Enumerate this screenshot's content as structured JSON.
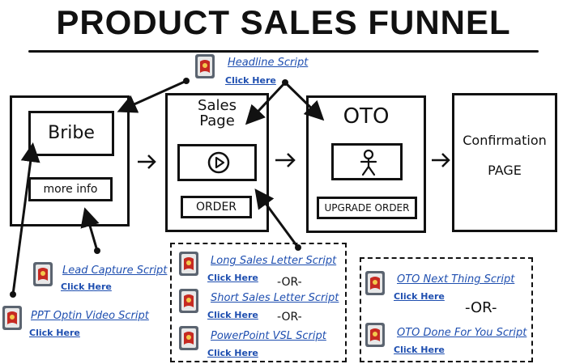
{
  "title": "PRODUCT SALES FUNNEL",
  "stages": {
    "bribe": {
      "heading": "Bribe",
      "button": "more info"
    },
    "sales_page": {
      "heading_line1": "Sales",
      "heading_line2": "Page",
      "button": "ORDER"
    },
    "oto": {
      "heading": "OTO",
      "button": "UPGRADE ORDER"
    },
    "confirmation": {
      "heading": "Confirmation",
      "subheading": "PAGE"
    }
  },
  "scripts": {
    "headline": {
      "label": "Headline Script",
      "link": "Click Here"
    },
    "lead_capture": {
      "label": "Lead Capture Script",
      "link": "Click Here"
    },
    "ppt_optin": {
      "label": "PPT Optin Video Script",
      "link": "Click Here"
    },
    "long_sales": {
      "label": "Long Sales Letter Script",
      "link": "Click Here"
    },
    "short_sales": {
      "label": "Short Sales Letter Script",
      "link": "Click Here"
    },
    "powerpoint_vsl": {
      "label": "PowerPoint VSL Script",
      "link": "Click Here"
    },
    "oto_next": {
      "label": "OTO Next Thing Script",
      "link": "Click Here"
    },
    "oto_done": {
      "label": "OTO Done For You Script",
      "link": "Click Here"
    }
  },
  "separators": {
    "or_small": "-OR-",
    "or_large": "-OR-"
  },
  "colors": {
    "link": "#1f4fb0",
    "ink": "#111111",
    "icon_red": "#c62a22",
    "icon_gray": "#5b6470"
  },
  "icons": {
    "script": "book-icon",
    "play": "play-icon",
    "person": "person-icon"
  }
}
